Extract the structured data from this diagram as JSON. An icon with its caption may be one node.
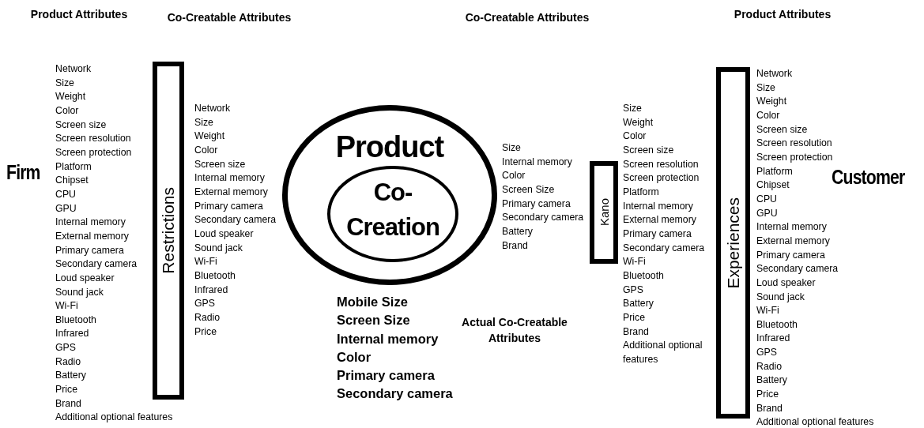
{
  "diagram": {
    "nodes": [
      {
        "text": [
          "Restrictions"
        ]
      },
      {
        "text": [
          "Product"
        ]
      },
      {
        "text": [
          "Co-Creation"
        ],
        "in": 1
      },
      {
        "text": [
          "Kano"
        ]
      },
      {
        "text": [
          "Experiences"
        ]
      }
    ],
    "labels": [
      "Product Attributes",
      "Co-Creatable Attributes",
      "Co-Creatable Attributes",
      "Product Attributes",
      "Firm",
      "Network",
      "Size",
      "Weight",
      "Color",
      "Screen size",
      "Screen resolution",
      "Screen protection",
      "Platform",
      "Chipset",
      "CPU",
      "GPU",
      "Internal memory",
      "External memory",
      "Primary camera",
      "Secondary camera",
      "Loud speaker",
      "Sound jack",
      "Wi-Fi",
      "Bluetooth",
      "Infrared",
      "GPS",
      "Radio",
      "Battery",
      "Price",
      "Brand",
      "Additional optional features",
      "Network",
      "Size",
      "Weight",
      "Color",
      "Screen size",
      "Internal memory",
      "External memory",
      "Primary camera",
      "Secondary camera",
      "Loud speaker",
      "Sound jack",
      "Wi-Fi",
      "Bluetooth",
      "Infrared",
      "GPS",
      "Radio",
      "Price",
      "Size",
      "Internal memory",
      "Color",
      "Screen Size",
      "Primary camera",
      "Secondary camera",
      "Battery",
      "Brand",
      "Mobile Size",
      "Screen Size",
      "Internal memory",
      "Color",
      "Primary camera",
      "Secondary camera",
      "Actual Co-Creatable Attributes",
      "Size",
      "Weight",
      "Color",
      "Screen size",
      "Screen resolution",
      "Screen protection",
      "Platform",
      "Internal memory",
      "External memory",
      "Primary camera",
      "Secondary camera",
      "Wi-Fi",
      "Bluetooth",
      "GPS",
      "Battery",
      "Price",
      "Brand",
      "Additional optional features",
      "Network",
      "Size",
      "Weight",
      "Color",
      "Screen size",
      "Screen resolution",
      "Screen protection",
      "Platform",
      "Chipset",
      "CPU",
      "GPU",
      "Internal memory",
      "External memory",
      "Primary camera",
      "Secondary camera",
      "Loud speaker",
      "Sound jack",
      "Wi-Fi",
      "Bluetooth",
      "Infrared",
      "GPS",
      "Radio",
      "Battery",
      "Price",
      "Brand",
      "Additional optional features",
      "Customer"
    ]
  }
}
